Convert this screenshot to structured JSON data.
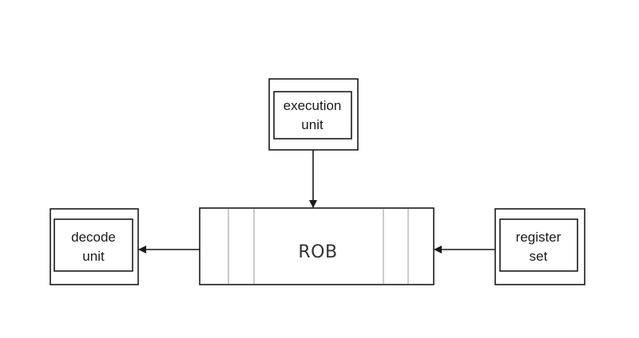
{
  "diagram": {
    "execution_unit": {
      "line1": "execution",
      "line2": "unit"
    },
    "decode_unit": {
      "line1": "decode",
      "line2": "unit"
    },
    "register_set": {
      "line1": "register",
      "line2": "set"
    },
    "rob": {
      "label": "ROB"
    }
  },
  "colors": {
    "stroke": "#1a1a1a",
    "inner_divider": "#9a9a9a",
    "background": "#ffffff"
  }
}
